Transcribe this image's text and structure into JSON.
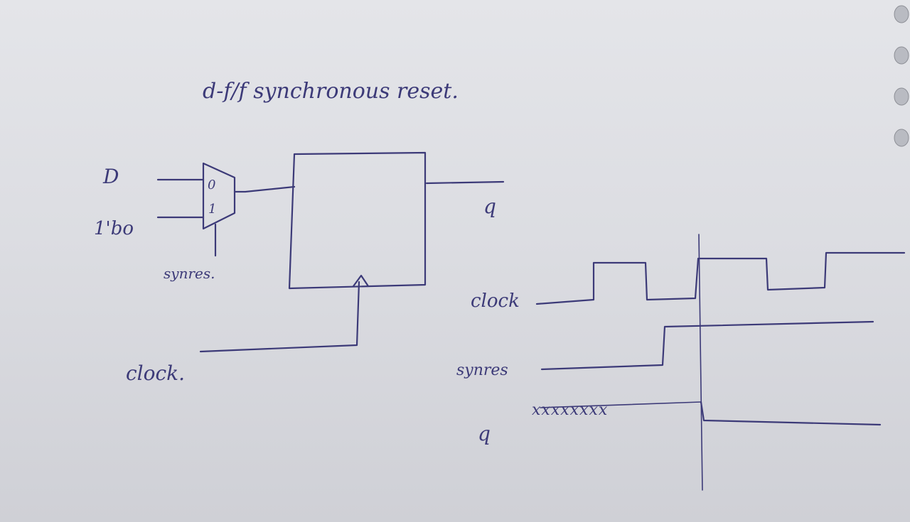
{
  "title": "d-f/f  synchronous  reset.",
  "circuit": {
    "input_d": "D",
    "input_const": "1'bo",
    "mux_sel0": "0",
    "mux_sel1": "1",
    "mux_select": "synres.",
    "clock_input": "clock.",
    "output": "q"
  },
  "waveform": {
    "clock_label": "clock",
    "synres_label": "synres",
    "q_label": "q",
    "q_unknown": "xxxxxxxx"
  },
  "colors": {
    "ink": "#3c3a78",
    "paper": "#dcdde2"
  }
}
